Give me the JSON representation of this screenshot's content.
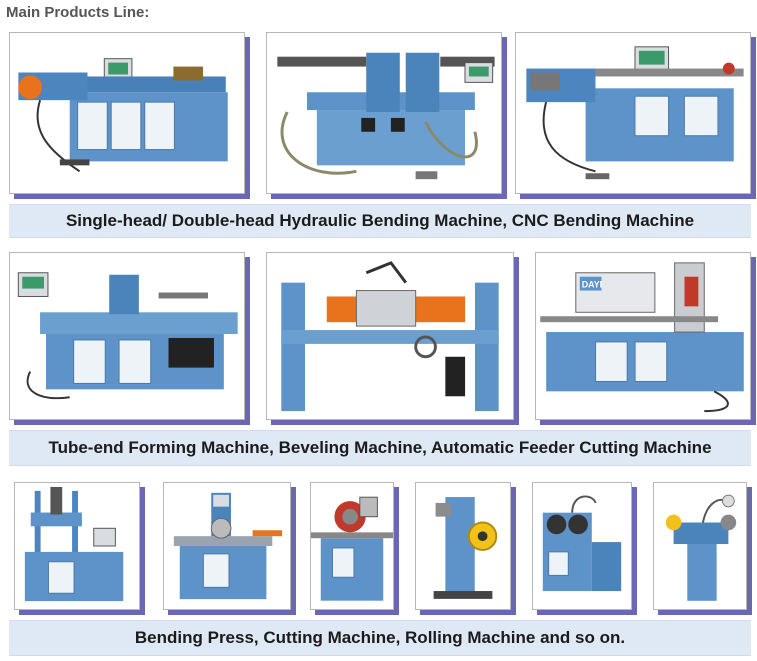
{
  "header": {
    "title": "Main Products Line:"
  },
  "captions": {
    "row1": "Single-head/ Double-head Hydraulic Bending Machine, CNC Bending Machine",
    "row2": "Tube-end Forming Machine,  Beveling Machine,  Automatic Feeder Cutting Machine",
    "row3": "Bending Press, Cutting Machine, Rolling Machine and so on."
  },
  "machines": {
    "feeder_cutting": {
      "brand_mark": "DAYI"
    }
  },
  "colors": {
    "machine_blue": "#5d93c8",
    "shadow_purple": "#6a68b3",
    "caption_bg": "#dfe9f5",
    "safety_orange": "#e8731c",
    "yellow_wheel": "#f2c21b"
  }
}
